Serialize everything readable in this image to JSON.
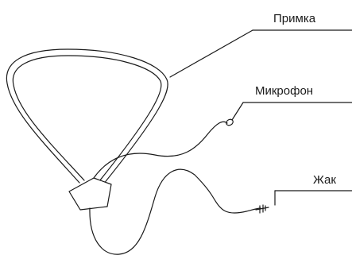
{
  "labels": {
    "loop": "Примка",
    "microphone": "Микрофон",
    "jack": "Жак"
  }
}
